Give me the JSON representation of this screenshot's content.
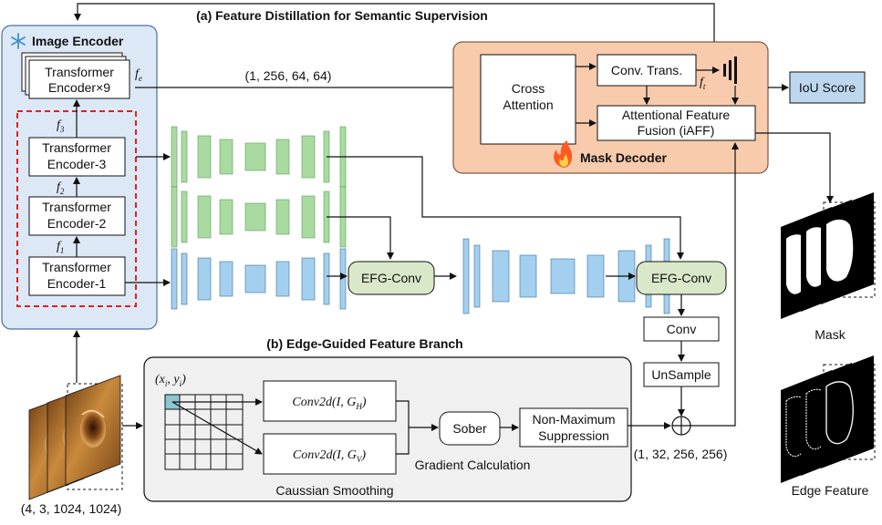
{
  "title_a": "(a) Feature Distillation for Semantic Supervision",
  "title_b": "(b) Edge-Guided Feature Branch",
  "image_encoder": {
    "label": "Image Encoder",
    "icon": "snowflake-icon",
    "top_block": [
      "Transformer",
      "Encoder×9"
    ],
    "block3": [
      "Transformer",
      "Encoder-3"
    ],
    "block2": [
      "Transformer",
      "Encoder-2"
    ],
    "block1": [
      "Transformer",
      "Encoder-1"
    ],
    "f_e": "f",
    "f_e_sub": "e",
    "f3": "f",
    "f3_sub": "3",
    "f2": "f",
    "f2_sub": "2",
    "f1": "f",
    "f1_sub": "1"
  },
  "mask_decoder": {
    "label": "Mask Decoder",
    "icon": "flame-icon",
    "cross_attention": [
      "Cross",
      "Attention"
    ],
    "conv_trans": "Conv. Trans.",
    "iaff": [
      "Attentional Feature",
      "Fusion (iAFF)"
    ],
    "f_t": "f",
    "f_t_sub": "t"
  },
  "iou_score": "IoU Score",
  "dim_encoder_out": "(1, 256, 64, 64)",
  "dim_input": "(4, 3, 1024, 1024)",
  "dim_edge_out": "(1, 32, 256, 256)",
  "efg_conv_1": "EFG-Conv",
  "efg_conv_2": "EFG-Conv",
  "conv": "Conv",
  "unsample": "UnSample",
  "edge_branch": {
    "coord": "(x",
    "coord_i1": "i",
    "coord_mid": ", y",
    "coord_i2": "i",
    "coord_end": ")",
    "conv_h": "Conv2d(I, G",
    "conv_h_sub": "H",
    "conv_v": "Conv2d(I, G",
    "conv_v_sub": "V",
    "close": ")",
    "sober": "Sober",
    "nms": [
      "Non-Maximum",
      "Suppression"
    ],
    "gradient_calc": "Gradient Calculation",
    "smoothing": "Caussian Smoothing"
  },
  "outputs": {
    "mask": "Mask",
    "edge_feature": "Edge Feature"
  },
  "colors": {
    "encoder_bg": "#dde8f7",
    "decoder_bg": "#f8cbad",
    "iou_bg": "#bdd7ee",
    "efg_bg": "#d9e8c9",
    "green_bar": "#a9dba0",
    "blue_bar": "#a4d0ef",
    "red_dash": "#e02020",
    "edge_bg": "#f0f0f0"
  }
}
